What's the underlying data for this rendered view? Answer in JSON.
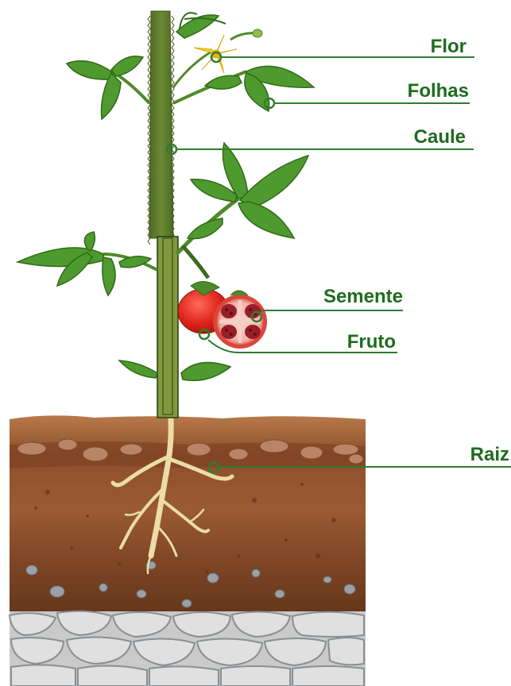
{
  "labels": {
    "flor": "Flor",
    "folhas": "Folhas",
    "caule": "Caule",
    "semente": "Semente",
    "fruto": "Fruto",
    "raiz": "Raiz"
  },
  "colors": {
    "label_text": "#1f6b1f",
    "leader_line": "#2f7d2f",
    "marker_stroke": "#2f7d2f",
    "stem": "#5b7a2a",
    "leaf": "#4f9a2e",
    "flower": "#f6d21a",
    "fruit": "#e0241c",
    "root": "#ecdca6",
    "soil_top": "#a0643a",
    "soil_mid": "#8a4e2a",
    "soil_deep": "#6b3a1e",
    "rock": "#d7d7d5"
  },
  "icons": {
    "plant": "tomato-plant-illustration",
    "fruit": "tomato-icon",
    "seed_fruit": "cut-fruit-with-seeds-icon",
    "flower": "flower-icon"
  }
}
